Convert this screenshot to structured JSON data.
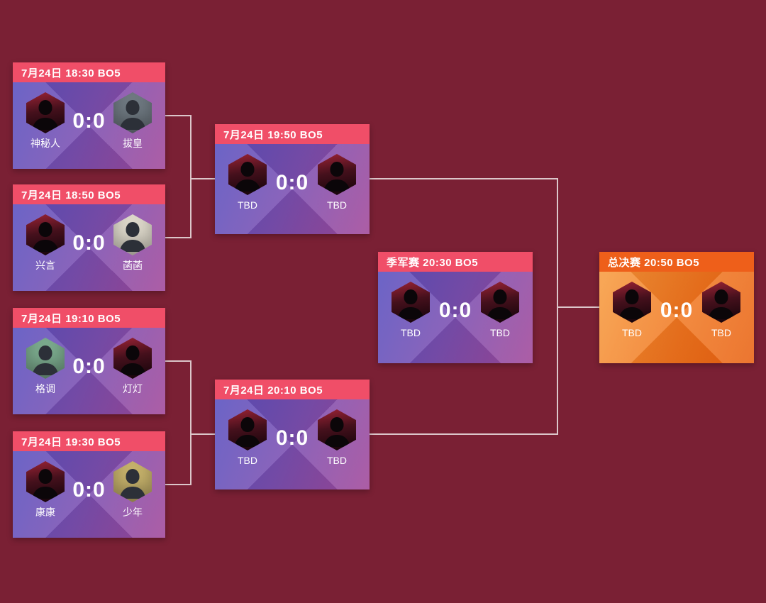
{
  "colors": {
    "background": "#7a2034",
    "header_pink": "#f04e68",
    "final_header_orange": "#ee5f1a",
    "connector": "#dcc6ca",
    "card_body_purple_start": "#5b52c0",
    "card_body_purple_end": "#a34b9b",
    "final_body_orange_start": "#f79a3c",
    "final_body_orange_end": "#e85f0e",
    "text_white": "#ffffff"
  },
  "matches": [
    {
      "round": "quarterfinal-1",
      "header": "7月24日 18:30 BO5",
      "score": "0:0",
      "players": [
        {
          "name": "神秘人",
          "avatar": "silhouette"
        },
        {
          "name": "拔皇",
          "avatar": "photo",
          "photo_bg": "#6e7880"
        }
      ]
    },
    {
      "round": "quarterfinal-2",
      "header": "7月24日 18:50 BO5",
      "score": "0:0",
      "players": [
        {
          "name": "兴言",
          "avatar": "silhouette"
        },
        {
          "name": "菡菡",
          "avatar": "photo",
          "photo_bg": "#dcd7c9"
        }
      ]
    },
    {
      "round": "quarterfinal-3",
      "header": "7月24日 19:10 BO5",
      "score": "0:0",
      "players": [
        {
          "name": "格调",
          "avatar": "photo",
          "photo_bg": "#7aa98c"
        },
        {
          "name": "灯灯",
          "avatar": "silhouette"
        }
      ]
    },
    {
      "round": "quarterfinal-4",
      "header": "7月24日 19:30 BO5",
      "score": "0:0",
      "players": [
        {
          "name": "康康",
          "avatar": "silhouette"
        },
        {
          "name": "少年",
          "avatar": "photo",
          "photo_bg": "#c4b06a"
        }
      ]
    },
    {
      "round": "semifinal-1",
      "header": "7月24日 19:50 BO5",
      "score": "0:0",
      "players": [
        {
          "name": "TBD",
          "avatar": "silhouette"
        },
        {
          "name": "TBD",
          "avatar": "silhouette"
        }
      ]
    },
    {
      "round": "semifinal-2",
      "header": "7月24日 20:10 BO5",
      "score": "0:0",
      "players": [
        {
          "name": "TBD",
          "avatar": "silhouette"
        },
        {
          "name": "TBD",
          "avatar": "silhouette"
        }
      ]
    },
    {
      "round": "third-place",
      "header": "季军赛 20:30 BO5",
      "score": "0:0",
      "players": [
        {
          "name": "TBD",
          "avatar": "silhouette"
        },
        {
          "name": "TBD",
          "avatar": "silhouette"
        }
      ]
    },
    {
      "round": "grand-final",
      "header": "总决赛 20:50 BO5",
      "score": "0:0",
      "players": [
        {
          "name": "TBD",
          "avatar": "silhouette"
        },
        {
          "name": "TBD",
          "avatar": "silhouette"
        }
      ]
    }
  ]
}
